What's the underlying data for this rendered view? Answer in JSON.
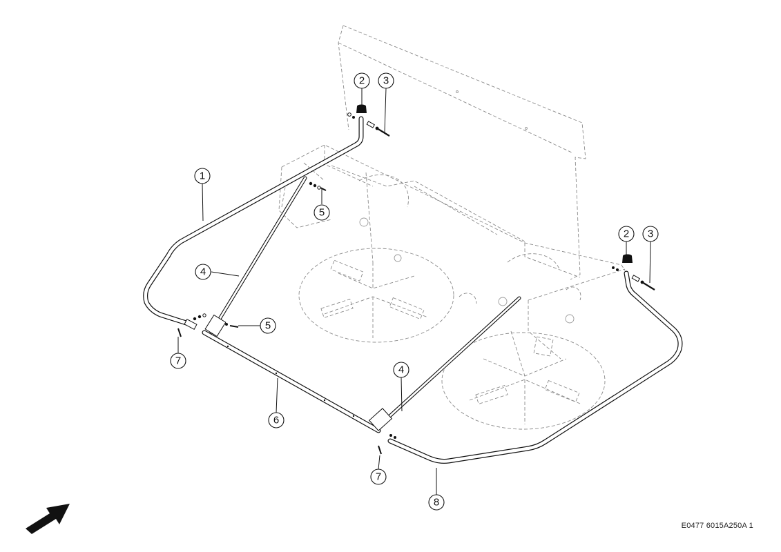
{
  "callouts": [
    {
      "id": "c1",
      "label": "1",
      "part": "frame-tube-left"
    },
    {
      "id": "c2a",
      "label": "2",
      "part": "end-cap"
    },
    {
      "id": "c2b",
      "label": "2",
      "part": "end-cap"
    },
    {
      "id": "c3a",
      "label": "3",
      "part": "bolt"
    },
    {
      "id": "c3b",
      "label": "3",
      "part": "bolt"
    },
    {
      "id": "c4a",
      "label": "4",
      "part": "brace"
    },
    {
      "id": "c4b",
      "label": "4",
      "part": "brace"
    },
    {
      "id": "c5a",
      "label": "5",
      "part": "bolt-washer-set"
    },
    {
      "id": "c5b",
      "label": "5",
      "part": "bolt-washer-set"
    },
    {
      "id": "c6",
      "label": "6",
      "part": "front-tube"
    },
    {
      "id": "c7a",
      "label": "7",
      "part": "pin"
    },
    {
      "id": "c7b",
      "label": "7",
      "part": "pin"
    },
    {
      "id": "c8",
      "label": "8",
      "part": "frame-tube-right"
    }
  ],
  "reference_code": "E0477 6015A250A 1",
  "direction_arrow": {
    "icon": "direction-arrow-icon",
    "meaning": "direction of travel"
  }
}
